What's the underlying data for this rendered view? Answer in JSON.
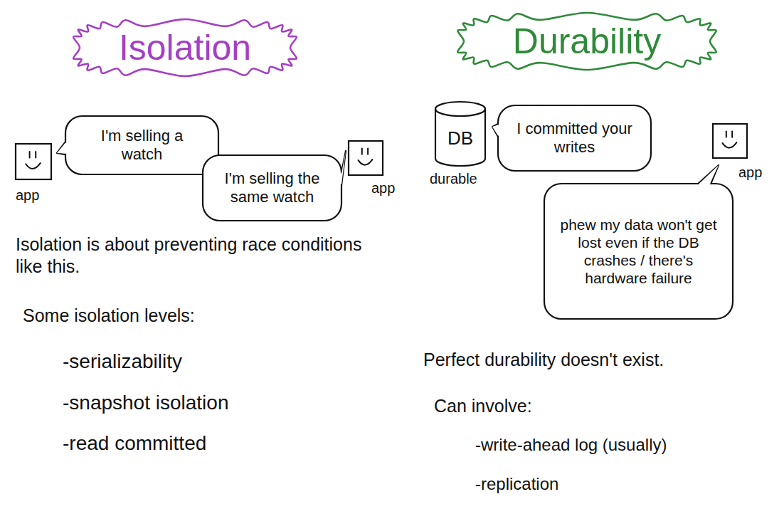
{
  "diagram": {
    "nodes": [
      {
        "text": [
          "Isolation"
        ]
      },
      {
        "text": [
          "app"
        ]
      },
      {
        "text": [
          "I'm selling a watch"
        ]
      },
      {
        "text": [
          "I'm selling the same watch"
        ]
      },
      {
        "text": [
          "app"
        ]
      },
      {
        "text": [
          "Durability"
        ]
      },
      {
        "text": [
          "DB",
          "durable"
        ]
      },
      {
        "text": [
          "I committed your writes"
        ]
      },
      {
        "text": [
          "app"
        ]
      },
      {
        "text": [
          "phew my data won't get lost even if the DB crashes / there's hardware failure"
        ]
      }
    ],
    "labels": [
      "Isolation is about preventing race conditions like this.",
      "Some isolation levels:",
      "-serializability",
      "-snapshot isolation",
      "-read committed",
      "Perfect durability doesn't exist.",
      "Can involve:",
      "-write-ahead log (usually)",
      "-replication"
    ]
  }
}
